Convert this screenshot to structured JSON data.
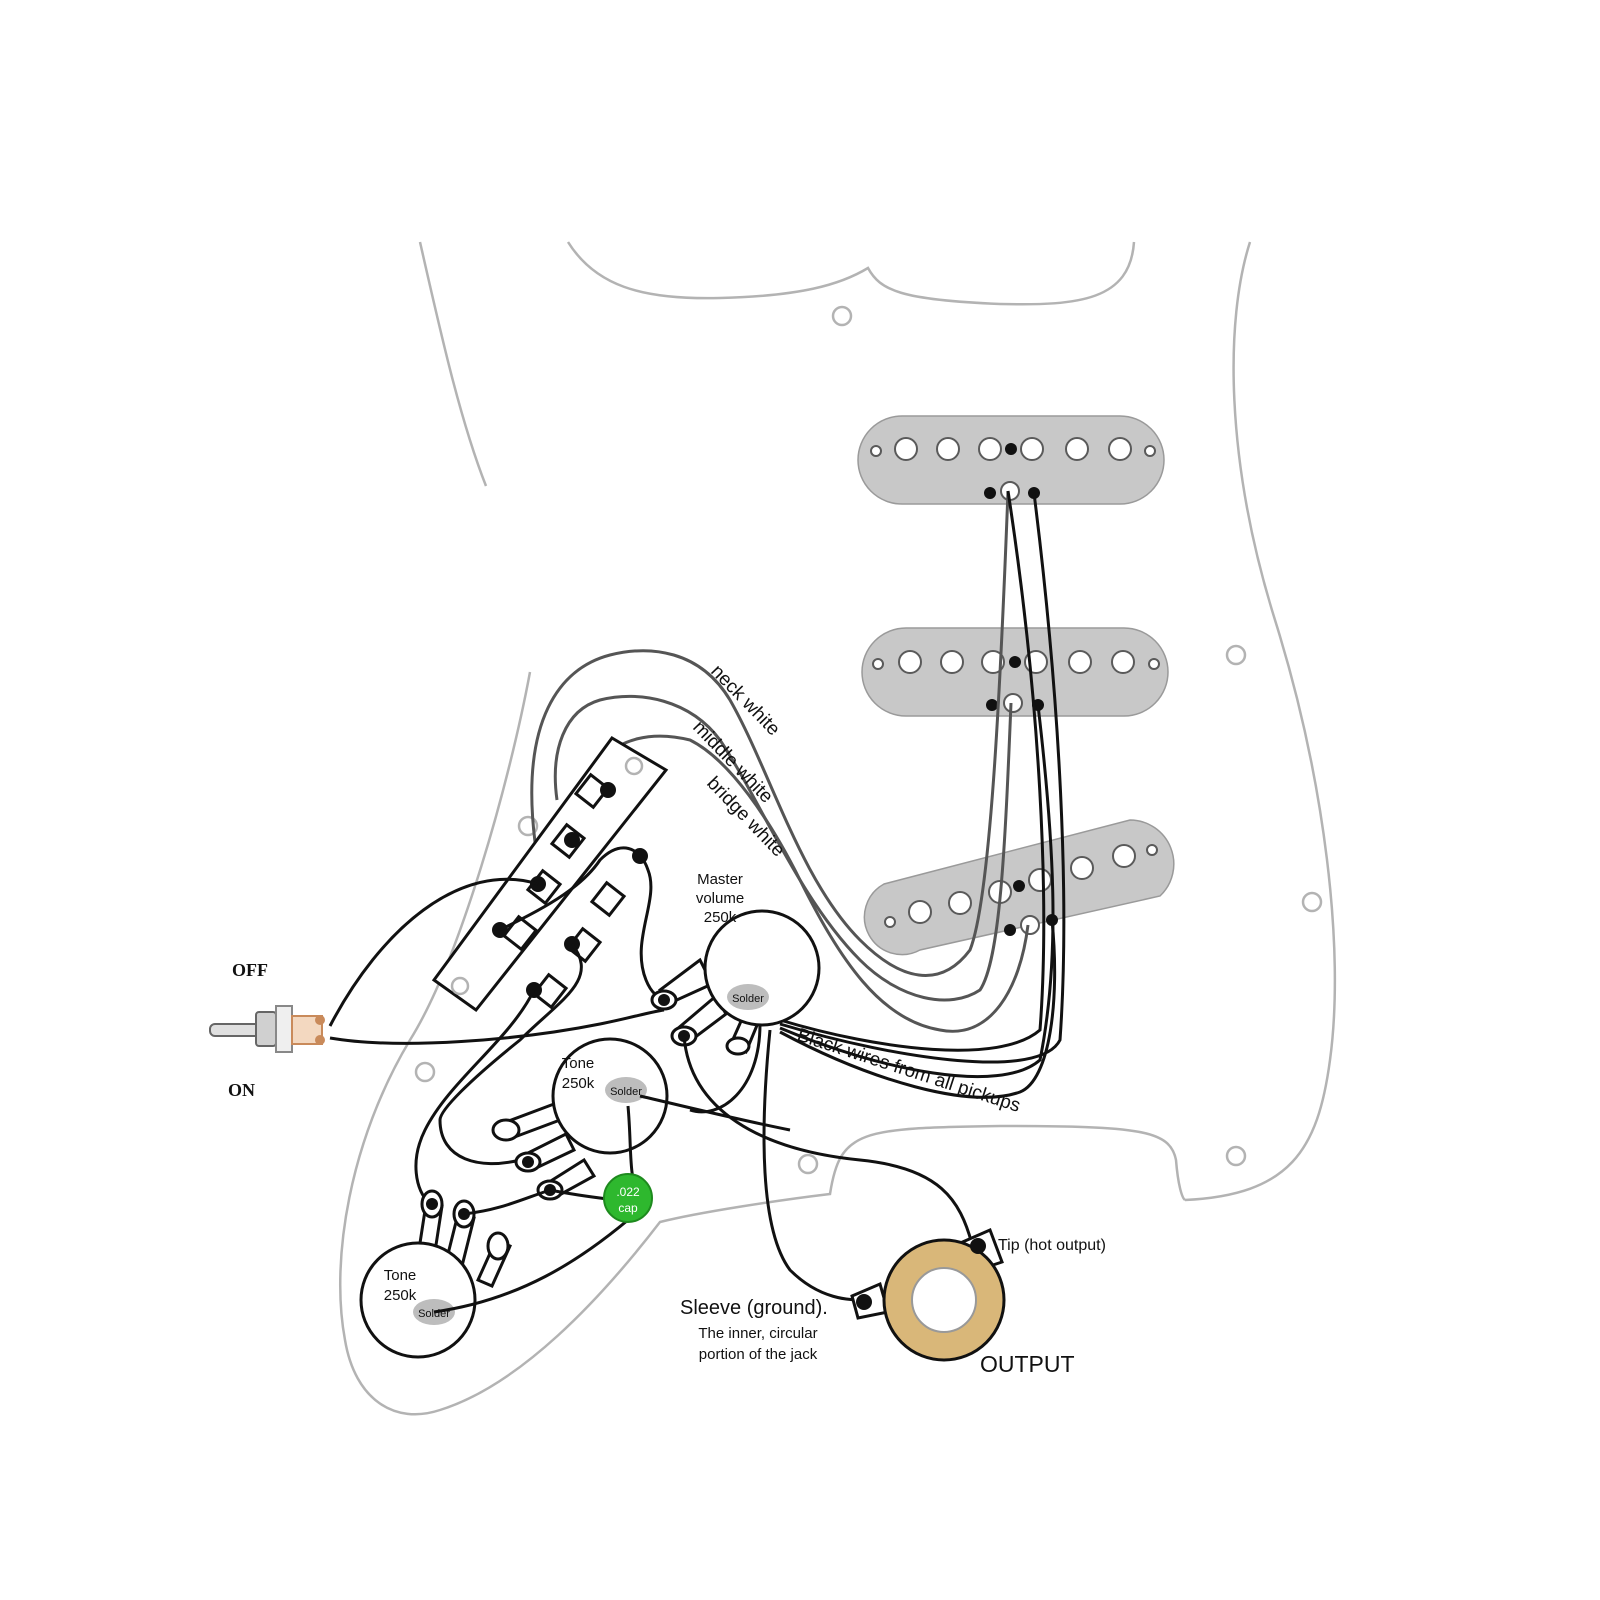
{
  "labels": {
    "neck_white": "neck white",
    "middle_white": "middle white",
    "bridge_white": "bridge white",
    "master_volume": [
      "Master",
      "volume",
      "250k"
    ],
    "tone_upper": [
      "Tone",
      "250k"
    ],
    "tone_lower": [
      "Tone",
      "250k"
    ],
    "solder": "Solder",
    "cap": [
      ".022",
      "cap"
    ],
    "black_wires": "Black wires from all pickups",
    "tip": "Tip (hot output)",
    "sleeve_title": "Sleeve (ground).",
    "sleeve_desc": [
      "The inner, circular",
      "portion of the jack"
    ],
    "output": "OUTPUT",
    "toggle_off": "OFF",
    "toggle_on": "ON"
  },
  "colors": {
    "pickguard_outline": "#b3b3b3",
    "pickup_fill": "#c8c8c8",
    "pickup_wire": "#555555",
    "ground_wire": "#111111",
    "capacitor": "#2eb82e",
    "jack_ring": "#d9b779",
    "toggle_tab": "#c98a5a"
  },
  "icons": [
    "pickguard-outline",
    "single-coil-pickup",
    "five-way-switch",
    "potentiometer",
    "capacitor",
    "output-jack",
    "toggle-switch"
  ]
}
